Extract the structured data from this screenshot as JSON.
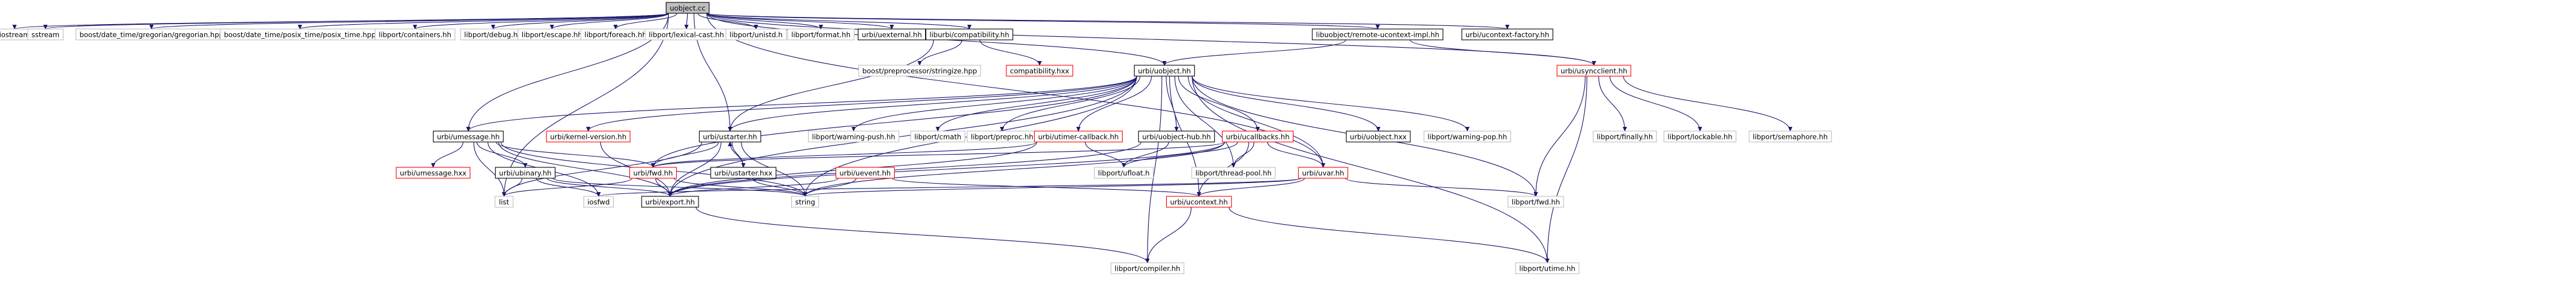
{
  "graph": {
    "root": "uobject.cc",
    "colors": {
      "edge": "#191970",
      "node_border": "#000000",
      "external_border": "#bfbfbf",
      "missing_border": "#ff0000",
      "root_fill": "#bfbfbf",
      "node_fill": "#ffffff",
      "text": "#000000"
    },
    "nodes": [
      {
        "id": "root",
        "label": "uobject.cc",
        "kind": "root"
      },
      {
        "id": "iostream",
        "label": "iostream",
        "kind": "external"
      },
      {
        "id": "sstream",
        "label": "sstream",
        "kind": "external"
      },
      {
        "id": "greg",
        "label": "boost/date_time/gregorian/gregorian.hpp",
        "kind": "external"
      },
      {
        "id": "posix",
        "label": "boost/date_time/posix_time/posix_time.hpp",
        "kind": "external"
      },
      {
        "id": "containers",
        "label": "libport/containers.hh",
        "kind": "external"
      },
      {
        "id": "debug",
        "label": "libport/debug.hh",
        "kind": "external"
      },
      {
        "id": "escape",
        "label": "libport/escape.hh",
        "kind": "external"
      },
      {
        "id": "foreach",
        "label": "libport/foreach.hh",
        "kind": "external"
      },
      {
        "id": "lexcast",
        "label": "libport/lexical-cast.hh",
        "kind": "external"
      },
      {
        "id": "unistd",
        "label": "libport/unistd.h",
        "kind": "external"
      },
      {
        "id": "format",
        "label": "libport/format.hh",
        "kind": "external"
      },
      {
        "id": "uexternal",
        "label": "urbi/uexternal.hh",
        "kind": "normal"
      },
      {
        "id": "compat",
        "label": "liburbi/compatibility.hh",
        "kind": "normal"
      },
      {
        "id": "remote",
        "label": "libuobject/remote-ucontext-impl.hh",
        "kind": "normal"
      },
      {
        "id": "ucfactory",
        "label": "urbi/ucontext-factory.hh",
        "kind": "normal"
      },
      {
        "id": "stringize",
        "label": "boost/preprocessor/stringize.hpp",
        "kind": "external"
      },
      {
        "id": "compathxx",
        "label": "compatibility.hxx",
        "kind": "missing"
      },
      {
        "id": "uobject",
        "label": "urbi/uobject.hh",
        "kind": "normal"
      },
      {
        "id": "usyncclient",
        "label": "urbi/usyncclient.hh",
        "kind": "missing"
      },
      {
        "id": "umessage",
        "label": "urbi/umessage.hh",
        "kind": "normal"
      },
      {
        "id": "kernelver",
        "label": "urbi/kernel-version.hh",
        "kind": "missing"
      },
      {
        "id": "ustarter",
        "label": "urbi/ustarter.hh",
        "kind": "normal"
      },
      {
        "id": "warnpush",
        "label": "libport/warning-push.hh",
        "kind": "external"
      },
      {
        "id": "cmath",
        "label": "libport/cmath",
        "kind": "external"
      },
      {
        "id": "preproc",
        "label": "libport/preproc.hh",
        "kind": "external"
      },
      {
        "id": "utimercb",
        "label": "urbi/utimer-callback.hh",
        "kind": "missing"
      },
      {
        "id": "uobjecthub",
        "label": "urbi/uobject-hub.hh",
        "kind": "normal"
      },
      {
        "id": "ucallbacks",
        "label": "urbi/ucallbacks.hh",
        "kind": "missing"
      },
      {
        "id": "uobjecthxx",
        "label": "urbi/uobject.hxx",
        "kind": "normal"
      },
      {
        "id": "warnpop",
        "label": "libport/warning-pop.hh",
        "kind": "external"
      },
      {
        "id": "finally",
        "label": "libport/finally.hh",
        "kind": "external"
      },
      {
        "id": "lockable",
        "label": "libport/lockable.hh",
        "kind": "external"
      },
      {
        "id": "semaphore",
        "label": "libport/semaphore.hh",
        "kind": "external"
      },
      {
        "id": "umessagehxx",
        "label": "urbi/umessage.hxx",
        "kind": "missing"
      },
      {
        "id": "ubinary",
        "label": "urbi/ubinary.hh",
        "kind": "normal"
      },
      {
        "id": "fwd",
        "label": "urbi/fwd.hh",
        "kind": "missing"
      },
      {
        "id": "ustarterhxx",
        "label": "urbi/ustarter.hxx",
        "kind": "normal"
      },
      {
        "id": "uevent",
        "label": "urbi/uevent.hh",
        "kind": "missing"
      },
      {
        "id": "ufloat",
        "label": "libport/ufloat.h",
        "kind": "external"
      },
      {
        "id": "threadpool",
        "label": "libport/thread-pool.hh",
        "kind": "external"
      },
      {
        "id": "uvar",
        "label": "urbi/uvar.hh",
        "kind": "missing"
      },
      {
        "id": "libportfwd",
        "label": "libport/fwd.hh",
        "kind": "external"
      },
      {
        "id": "list",
        "label": "list",
        "kind": "external"
      },
      {
        "id": "iosfwd",
        "label": "iosfwd",
        "kind": "external"
      },
      {
        "id": "export",
        "label": "urbi/export.hh",
        "kind": "normal"
      },
      {
        "id": "string",
        "label": "string",
        "kind": "external"
      },
      {
        "id": "ucontext",
        "label": "urbi/ucontext.hh",
        "kind": "missing"
      },
      {
        "id": "compiler",
        "label": "libport/compiler.hh",
        "kind": "external"
      },
      {
        "id": "utime",
        "label": "libport/utime.hh",
        "kind": "external"
      }
    ],
    "edges": [
      [
        "root",
        "iostream"
      ],
      [
        "root",
        "sstream"
      ],
      [
        "root",
        "greg"
      ],
      [
        "root",
        "posix"
      ],
      [
        "root",
        "containers"
      ],
      [
        "root",
        "debug"
      ],
      [
        "root",
        "escape"
      ],
      [
        "root",
        "foreach"
      ],
      [
        "root",
        "lexcast"
      ],
      [
        "root",
        "unistd"
      ],
      [
        "root",
        "format"
      ],
      [
        "root",
        "uexternal"
      ],
      [
        "root",
        "compat"
      ],
      [
        "root",
        "remote"
      ],
      [
        "root",
        "ucfactory"
      ],
      [
        "root",
        "uobject"
      ],
      [
        "root",
        "umessage"
      ],
      [
        "root",
        "usyncclient"
      ],
      [
        "root",
        "list"
      ],
      [
        "root",
        "uvar"
      ],
      [
        "root",
        "ustarter"
      ],
      [
        "compat",
        "stringize"
      ],
      [
        "compat",
        "compathxx"
      ],
      [
        "compat",
        "ustarter"
      ],
      [
        "remote",
        "uobject"
      ],
      [
        "remote",
        "usyncclient"
      ],
      [
        "uobject",
        "warnpush"
      ],
      [
        "uobject",
        "cmath"
      ],
      [
        "uobject",
        "preproc"
      ],
      [
        "uobject",
        "utimercb"
      ],
      [
        "uobject",
        "uobjecthub"
      ],
      [
        "uobject",
        "ucallbacks"
      ],
      [
        "uobject",
        "uobjecthxx"
      ],
      [
        "uobject",
        "warnpop"
      ],
      [
        "uobject",
        "fwd"
      ],
      [
        "uobject",
        "ustarter"
      ],
      [
        "uobject",
        "kernelver"
      ],
      [
        "uobject",
        "uvar"
      ],
      [
        "uobject",
        "libportfwd"
      ],
      [
        "uobject",
        "export"
      ],
      [
        "uobject",
        "string"
      ],
      [
        "uobject",
        "utime"
      ],
      [
        "uobject",
        "ucontext"
      ],
      [
        "uobject",
        "threadpool"
      ],
      [
        "uobject",
        "compiler"
      ],
      [
        "uobject",
        "umessage"
      ],
      [
        "usyncclient",
        "finally"
      ],
      [
        "usyncclient",
        "lockable"
      ],
      [
        "usyncclient",
        "semaphore"
      ],
      [
        "usyncclient",
        "libportfwd"
      ],
      [
        "usyncclient",
        "utime"
      ],
      [
        "umessage",
        "umessagehxx"
      ],
      [
        "umessage",
        "ubinary"
      ],
      [
        "umessage",
        "list"
      ],
      [
        "umessage",
        "iosfwd"
      ],
      [
        "umessage",
        "export"
      ],
      [
        "umessage",
        "string"
      ],
      [
        "umessage",
        "fwd"
      ],
      [
        "kernelver",
        "export"
      ],
      [
        "ustarter",
        "fwd"
      ],
      [
        "ustarter",
        "ustarterhxx"
      ],
      [
        "ustarter",
        "export"
      ],
      [
        "ustarter",
        "string"
      ],
      [
        "ustarter",
        "list"
      ],
      [
        "utimercb",
        "ufloat"
      ],
      [
        "utimercb",
        "fwd"
      ],
      [
        "utimercb",
        "export"
      ],
      [
        "uobjecthub",
        "ufloat"
      ],
      [
        "uobjecthub",
        "export"
      ],
      [
        "ucallbacks",
        "fwd"
      ],
      [
        "ucallbacks",
        "threadpool"
      ],
      [
        "ucallbacks",
        "uvar"
      ],
      [
        "ucallbacks",
        "ucontext"
      ],
      [
        "ucallbacks",
        "string"
      ],
      [
        "ucallbacks",
        "export"
      ],
      [
        "ucallbacks",
        "ufloat"
      ],
      [
        "ubinary",
        "list"
      ],
      [
        "ubinary",
        "iosfwd"
      ],
      [
        "ubinary",
        "export"
      ],
      [
        "ubinary",
        "string"
      ],
      [
        "fwd",
        "list"
      ],
      [
        "fwd",
        "export"
      ],
      [
        "fwd",
        "string"
      ],
      [
        "ustarterhxx",
        "ustarter"
      ],
      [
        "ustarterhxx",
        "string"
      ],
      [
        "uevent",
        "export"
      ],
      [
        "uevent",
        "string"
      ],
      [
        "uevent",
        "ucontext"
      ],
      [
        "uvar",
        "iosfwd"
      ],
      [
        "uvar",
        "string"
      ],
      [
        "uvar",
        "ucontext"
      ],
      [
        "uvar",
        "libportfwd"
      ],
      [
        "ucontext",
        "compiler"
      ],
      [
        "ucontext",
        "utime"
      ],
      [
        "export",
        "compiler"
      ]
    ]
  }
}
